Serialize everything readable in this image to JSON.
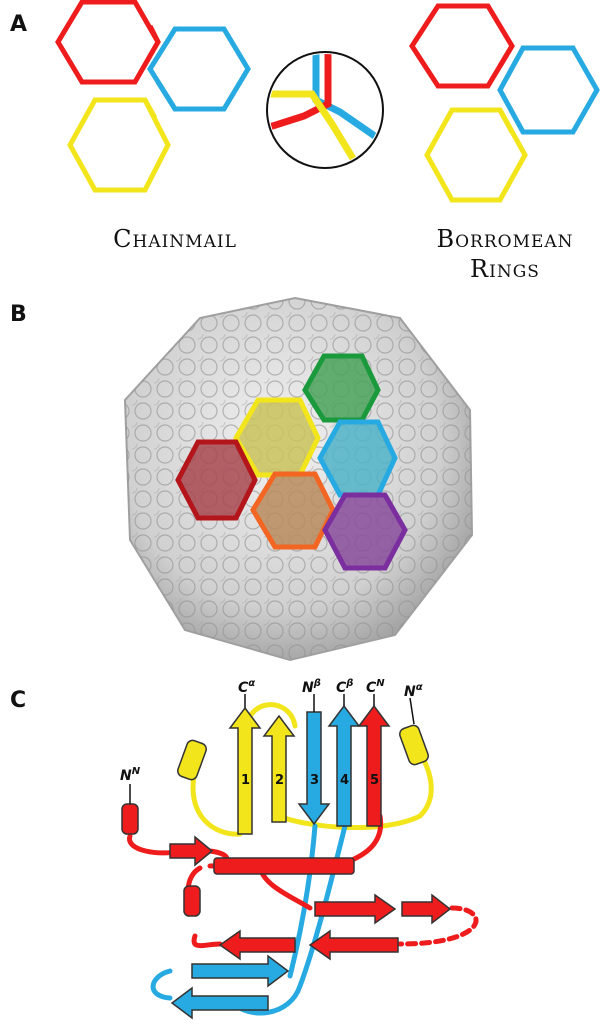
{
  "panels": {
    "a": {
      "letter": "A",
      "left_caption": "Chainmail",
      "right_caption_line1": "Borromean",
      "right_caption_line2": "Rings"
    },
    "b": {
      "letter": "B"
    },
    "c": {
      "letter": "C",
      "labels": {
        "c_alpha": "C",
        "c_alpha_sup": "α",
        "n_beta": "N",
        "n_beta_sup": "β",
        "c_beta": "C",
        "c_beta_sup": "β",
        "c_n": "C",
        "c_n_sup": "N",
        "n_alpha": "N",
        "n_alpha_sup": "α",
        "n_n": "N",
        "n_n_sup": "N"
      },
      "strand_numbers": [
        "1",
        "2",
        "3",
        "4",
        "5"
      ]
    }
  },
  "colors": {
    "red": "#ee1c1c",
    "blue": "#27aae1",
    "yellow": "#f2e51c",
    "green": "#1a9a3c",
    "orange": "#f26522",
    "purple": "#7b2e9e",
    "darkred": "#b3151b",
    "capsid": "#d2d2d2"
  }
}
